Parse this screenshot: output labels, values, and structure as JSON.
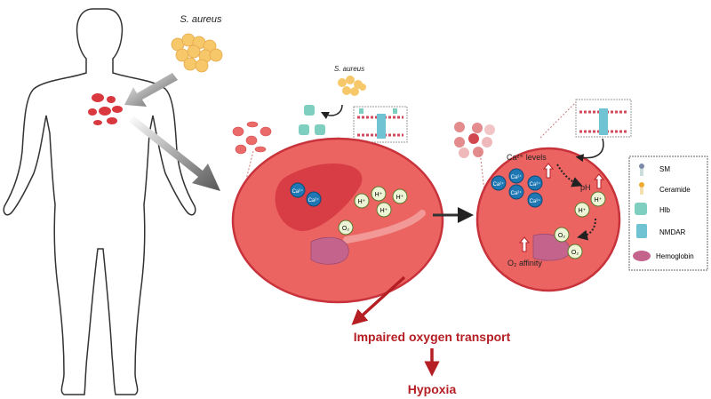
{
  "bacteria_label_main": "S. aureus",
  "bacteria_label_small": "S. aureus",
  "left_cell": {
    "calcium_ions": [
      "Ca²⁺",
      "Ca²⁺"
    ],
    "protons": [
      "H⁺",
      "H⁺",
      "H⁺",
      "H⁺"
    ],
    "oxygen": "O₂"
  },
  "right_cell": {
    "calcium_label": "Ca²⁺ levels",
    "ph_label": "pH",
    "affinity_label": "O₂ affinity",
    "calcium_ions": [
      "Ca²⁺",
      "Ca²⁺",
      "Ca²⁺",
      "Ca²⁺",
      "Ca²⁺"
    ],
    "protons": [
      "H⁺",
      "H⁺"
    ],
    "oxygen": [
      "O₂",
      "O₂"
    ]
  },
  "legend": {
    "items": [
      {
        "label": "SM",
        "icon": "sphingomyelin-icon"
      },
      {
        "label": "Ceramide",
        "icon": "ceramide-icon"
      },
      {
        "label": "Hlb",
        "icon": "hlb-toxin-icon"
      },
      {
        "label": "NMDAR",
        "icon": "nmdar-channel-icon"
      },
      {
        "label": "Hemoglobin",
        "icon": "hemoglobin-icon"
      }
    ]
  },
  "outcome_1": "Impaired oxygen transport",
  "outcome_2": "Hypoxia",
  "colors": {
    "rbc": "#e9625f",
    "rbc_edge": "#c8323a",
    "calcium": "#1f78b4",
    "proton": "#eef5d6",
    "outcome": "#b51f24"
  }
}
